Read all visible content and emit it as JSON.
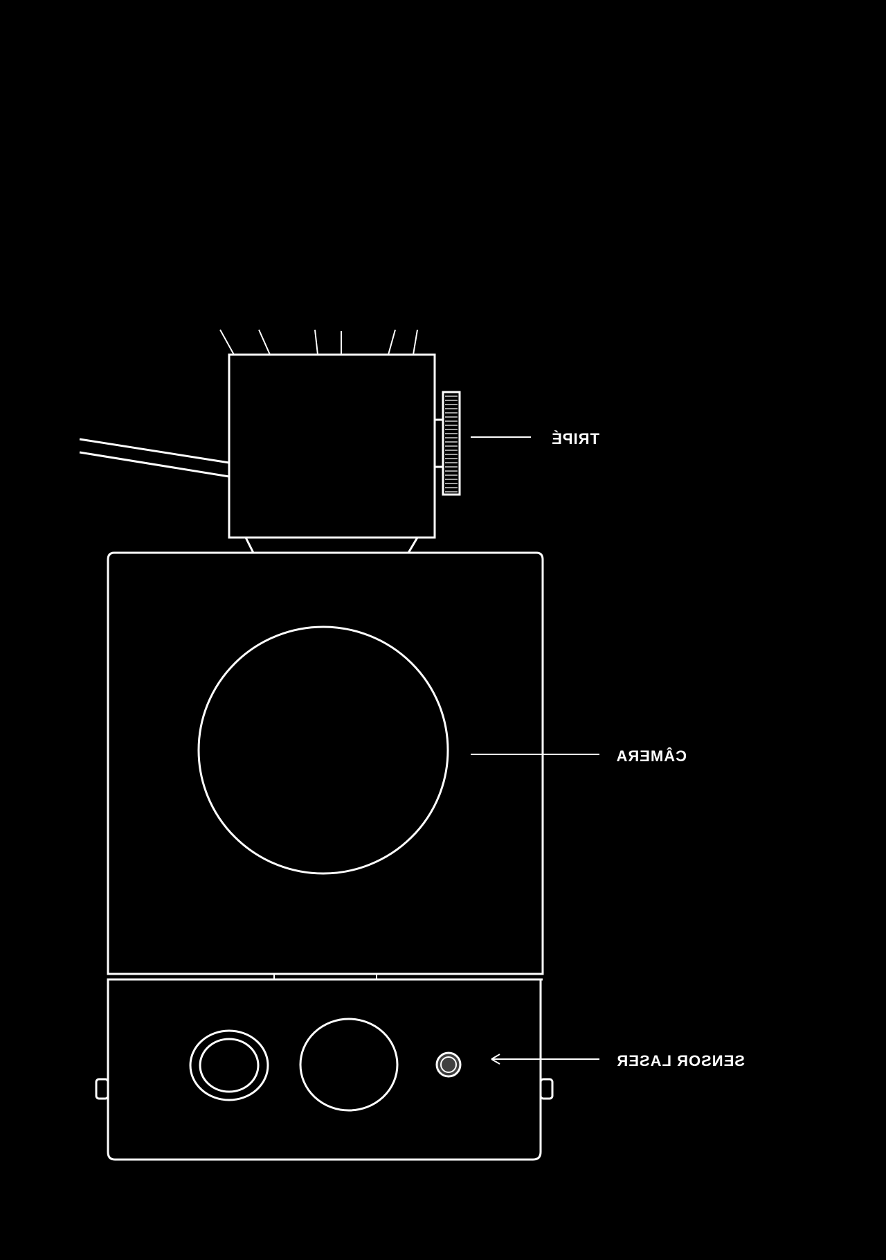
{
  "diagram": {
    "background": "#000000",
    "stroke_color": "#ffffff",
    "labels": {
      "tripe": "TRIPÉ",
      "camera": "CÂMERA",
      "sensor_laser": "SENSOR LASER"
    }
  }
}
